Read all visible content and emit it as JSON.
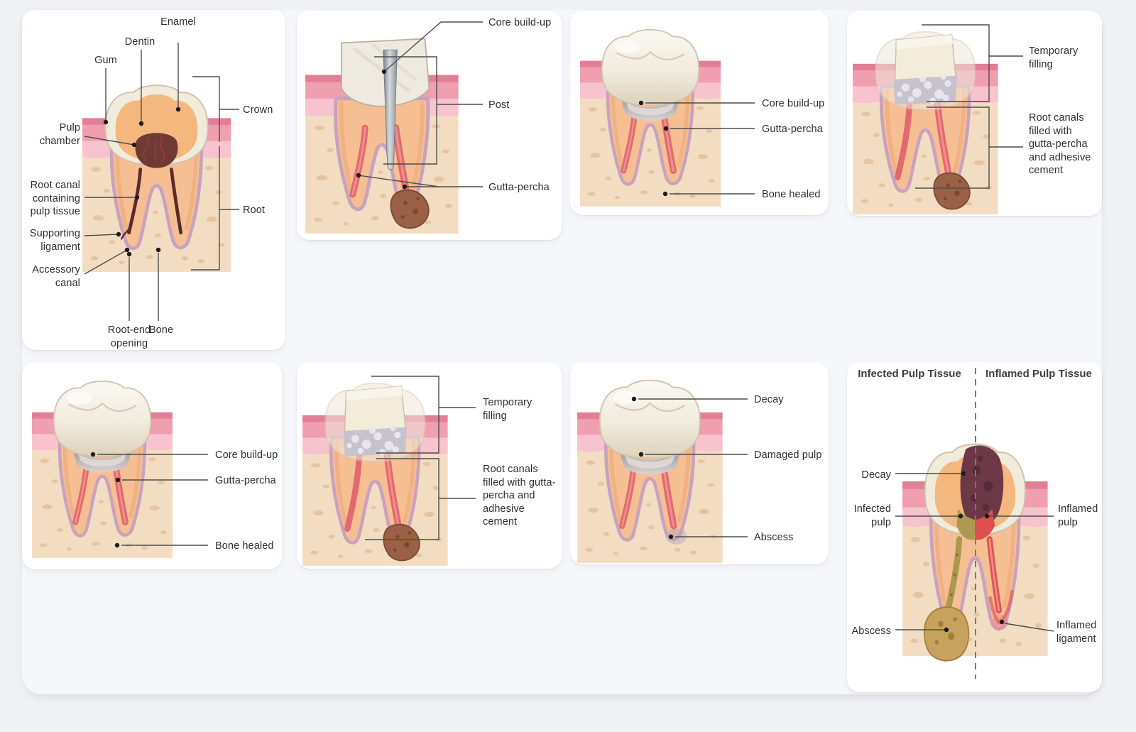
{
  "page": {
    "background": "#f0f1f5",
    "panel_background": "#f6f7fa",
    "card_background": "#ffffff",
    "label_color": "#2e2f31",
    "leader_line_color": "#4d4d4d",
    "header_color": "#3a3d42"
  },
  "palette": {
    "enamel": "#f1ebdc",
    "dentin": "#f4b87e",
    "gum_pink": "#ef9fb0",
    "gum_dark": "#e27f96",
    "bone_tan": "#f3ddc2",
    "bone_speckle": "#dcae86",
    "ligament_mauve": "#c9a2bd",
    "gutta_percha_red": "#e2696e",
    "core_gray": "#b3adab",
    "metal_post": "#9aa0a8",
    "abscess_brown": "#9a6147",
    "abscess_tan": "#c7a25f",
    "decay_maroon": "#6d3846",
    "infected_khaki": "#b09b50",
    "inflamed_red": "#de4f4d",
    "pulp_dark": "#6e3a33",
    "filling_ivory": "#f4ecda",
    "filling_mottled_gray": "#c6c3cc"
  },
  "cards": [
    {
      "id": "tooth-anatomy",
      "labels": {
        "enamel": "Enamel",
        "dentin": "Dentin",
        "gum": "Gum",
        "crown": "Crown",
        "pulp_chamber": "Pulp chamber",
        "root_canal": "Root canal containing pulp tissue",
        "supporting_ligament": "Supporting ligament",
        "accessory_canal": "Accessory canal",
        "root": "Root",
        "root_end_opening": "Root-end opening",
        "bone": "Bone"
      }
    },
    {
      "id": "post-and-core",
      "labels": {
        "core_build_up": "Core build-up",
        "post": "Post",
        "gutta_percha": "Gutta-percha"
      }
    },
    {
      "id": "healed-tooth-top",
      "labels": {
        "core_build_up": "Core build-up",
        "gutta_percha": "Gutta-percha",
        "bone_healed": "Bone healed"
      }
    },
    {
      "id": "temporary-filling-top",
      "labels": {
        "temporary_filling": "Temporary filling",
        "root_canals_filled": "Root canals filled with gutta-percha and adhesive cement"
      }
    },
    {
      "id": "healed-tooth-bottom",
      "labels": {
        "core_build_up": "Core build-up",
        "gutta_percha": "Gutta-percha",
        "bone_healed": "Bone healed"
      }
    },
    {
      "id": "temporary-filling-bottom",
      "labels": {
        "temporary_filling": "Temporary filling",
        "root_canals_filled": "Root canals filled with gutta-percha and adhesive cement"
      }
    },
    {
      "id": "decayed-tooth",
      "labels": {
        "decay": "Decay",
        "damaged_pulp": "Damaged pulp",
        "abscess": "Abscess"
      }
    },
    {
      "id": "pulp-comparison",
      "headers": {
        "left": "Infected Pulp Tissue",
        "right": "Inflamed Pulp Tissue"
      },
      "labels": {
        "decay": "Decay",
        "infected_pulp": "Infected pulp",
        "abscess": "Abscess",
        "inflamed_pulp": "Inflamed pulp",
        "inflamed_ligament": "Inflamed ligament"
      }
    }
  ]
}
